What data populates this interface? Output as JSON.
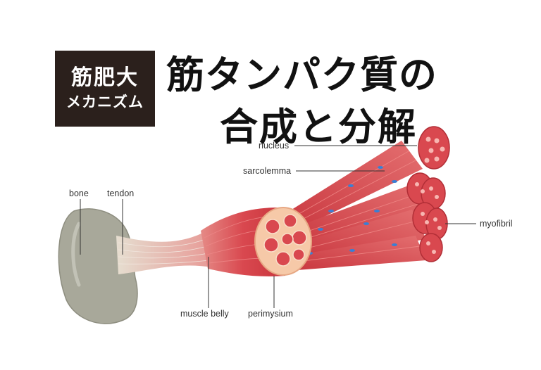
{
  "badge": {
    "line1": "筋肥大",
    "line2": "メカニズム"
  },
  "title": {
    "line1": "筋タンパク質の",
    "line2": "合成と分解"
  },
  "labels": {
    "nucleus": "nucleus",
    "sarcolemma": "sarcolemma",
    "myofibril": "myofibril",
    "bone": "bone",
    "tendon": "tendon",
    "muscle_belly": "muscle belly",
    "perimysium": "perimysium"
  },
  "colors": {
    "badge_bg": "#2b201c",
    "muscle": "#d9484f",
    "bone": "#a8a89a",
    "nucleus": "#3a7fd4"
  }
}
